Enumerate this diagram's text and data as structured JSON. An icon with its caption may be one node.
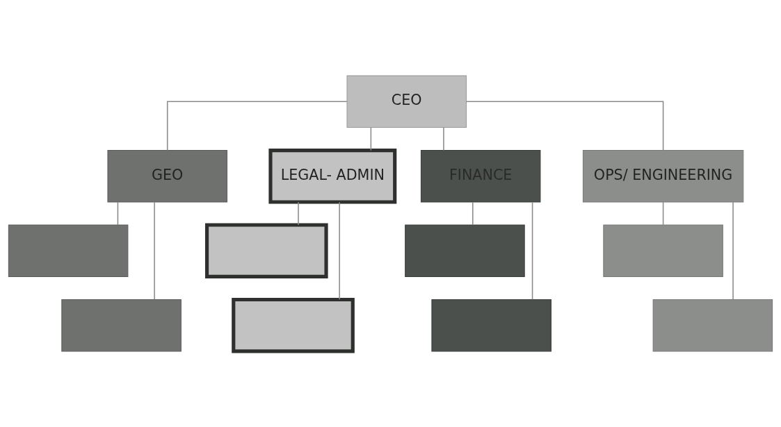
{
  "diagram": {
    "nodes": [
      {
        "text": [
          "CEO"
        ]
      },
      {
        "text": [
          "GEO"
        ]
      },
      {
        "text": [
          "LEGAL- ADMIN"
        ]
      },
      {
        "text": [
          "FINANCE"
        ]
      },
      {
        "text": [
          "OPS/ ENGINEERING"
        ]
      },
      {
        "text": [],
        "shape": "box"
      },
      {
        "text": [],
        "shape": "box"
      },
      {
        "text": [],
        "shape": "box"
      },
      {
        "text": [],
        "shape": "box"
      },
      {
        "text": [],
        "shape": "box"
      },
      {
        "text": [],
        "shape": "box"
      },
      {
        "text": [],
        "shape": "box"
      },
      {
        "text": [],
        "shape": "box"
      }
    ],
    "edges": [
      {
        "from": 0,
        "to": 1,
        "arrow": "none"
      },
      {
        "from": 0,
        "to": 2,
        "arrow": "none"
      },
      {
        "from": 0,
        "to": 3,
        "arrow": "none"
      },
      {
        "from": 0,
        "to": 4,
        "arrow": "none"
      },
      {
        "from": 1,
        "to": 5,
        "arrow": "none"
      },
      {
        "from": 1,
        "to": 9,
        "arrow": "none"
      },
      {
        "from": 2,
        "to": 6,
        "arrow": "none"
      },
      {
        "from": 2,
        "to": 10,
        "arrow": "none"
      },
      {
        "from": 3,
        "to": 7,
        "arrow": "none"
      },
      {
        "from": 3,
        "to": 11,
        "arrow": "none"
      },
      {
        "from": 4,
        "to": 8,
        "arrow": "none"
      },
      {
        "from": 4,
        "to": 12,
        "arrow": "none"
      }
    ]
  }
}
